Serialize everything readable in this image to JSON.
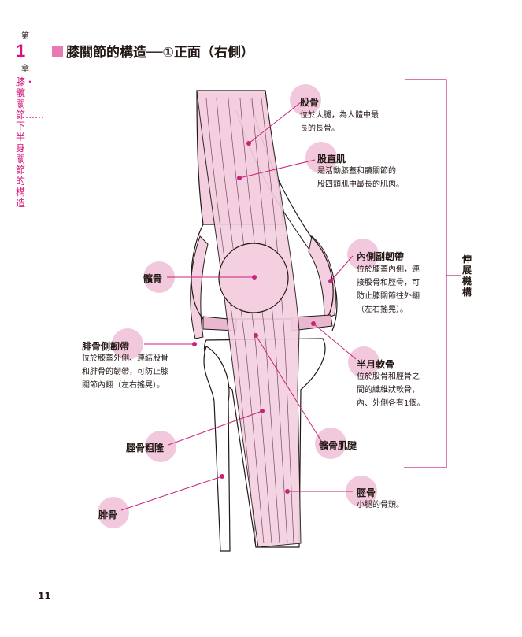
{
  "chapter": {
    "prefix": "第",
    "number": "1",
    "suffix": "章",
    "title": "膝・髖關節……下半身關節的構造"
  },
  "page": {
    "title": "膝關節的構造──①正面（右側）",
    "number": "11"
  },
  "side_label": "伸展機構",
  "labels": [
    {
      "id": "femur",
      "name": "股骨",
      "desc": [
        "位於大腿，為人體中最",
        "長的長骨。"
      ]
    },
    {
      "id": "rectus-femoris",
      "name": "股直肌",
      "desc": [
        "是活動膝蓋和髖關節的",
        "股四頭肌中最長的肌肉。"
      ]
    },
    {
      "id": "patella",
      "name": "髕骨",
      "desc": []
    },
    {
      "id": "mcl",
      "name": "內側副韌帶",
      "desc": [
        "位於膝蓋內側，連",
        "接股骨和脛骨，可",
        "防止膝關節往外翻",
        "（左右搖晃）。"
      ]
    },
    {
      "id": "lcl",
      "name": "腓骨側韌帶",
      "desc": [
        "位於膝蓋外側、連結股骨",
        "和腓骨的韌帶，可防止膝",
        "關節內翻（左右搖晃）。"
      ]
    },
    {
      "id": "meniscus",
      "name": "半月軟骨",
      "desc": [
        "位於股骨和脛骨之",
        "間的纖維狀軟骨，",
        "內、外側各有1個。"
      ]
    },
    {
      "id": "tibial-tuberosity",
      "name": "脛骨粗隆",
      "desc": []
    },
    {
      "id": "patellar-tendon",
      "name": "髕骨肌腱",
      "desc": []
    },
    {
      "id": "tibia",
      "name": "脛骨",
      "desc": [
        "小腿的骨頭。"
      ]
    },
    {
      "id": "fibula",
      "name": "腓骨",
      "desc": []
    }
  ],
  "colors": {
    "accent": "#d4147a",
    "circle": "#f2c9dc",
    "muscle": "#f3cfe0",
    "line": "#c8237a"
  }
}
